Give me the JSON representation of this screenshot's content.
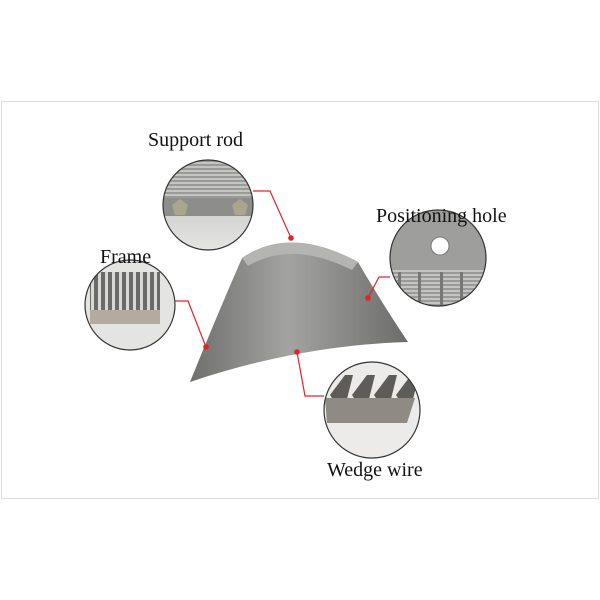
{
  "labels": {
    "support_rod": "Support rod",
    "positioning_hole": "Positioning hole",
    "frame": "Frame",
    "wedge_wire": "Wedge wire"
  },
  "colors": {
    "leader": "#e0242c",
    "metal": "#8a8a88",
    "border": "#dcdcdc"
  }
}
